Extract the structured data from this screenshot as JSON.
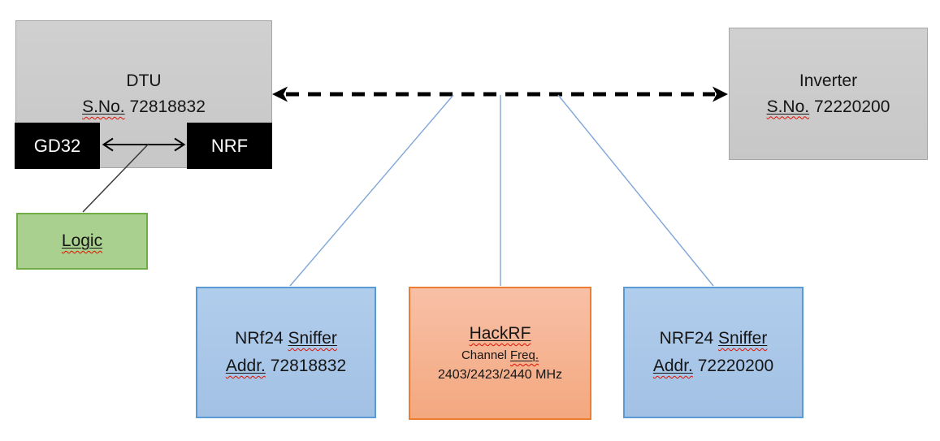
{
  "diagram": {
    "dtu": {
      "title": "DTU",
      "serial_word": "S.No.",
      "serial_rest": " 72818832",
      "chip_left": "GD32",
      "chip_right": "NRF"
    },
    "logic": {
      "label": "Logic"
    },
    "inverter": {
      "title": "Inverter",
      "serial_word": "S.No.",
      "serial_rest": " 72220200"
    },
    "sniffer_left": {
      "line1_pre": "NRf24 ",
      "line1_word": "Sniffer",
      "line2_word": "Addr.",
      "line2_rest": " 72818832"
    },
    "hackrf": {
      "title_word": "HackRF",
      "line2_pre": "Channel ",
      "line2_word": "Freq.",
      "line3": "2403/2423/2440 MHz"
    },
    "sniffer_right": {
      "line1_pre": "NRF24 ",
      "line1_word": "Sniffer",
      "line2_word": "Addr.",
      "line2_rest": " 72220200"
    },
    "colors": {
      "gray_fill": "#CBCBCB",
      "gray_border": "#A6A6A6",
      "chip_black": "#000000",
      "green_fill": "#A9D08E",
      "green_border": "#70AD47",
      "blue_fill": "#A9C6E8",
      "blue_border": "#5B9BD5",
      "orange_fill": "#F5B183",
      "orange_border": "#ED7D31",
      "connector_blue": "#7EA6D8",
      "arrow_black": "#000000",
      "spellcheck_red": "#E01000"
    }
  }
}
